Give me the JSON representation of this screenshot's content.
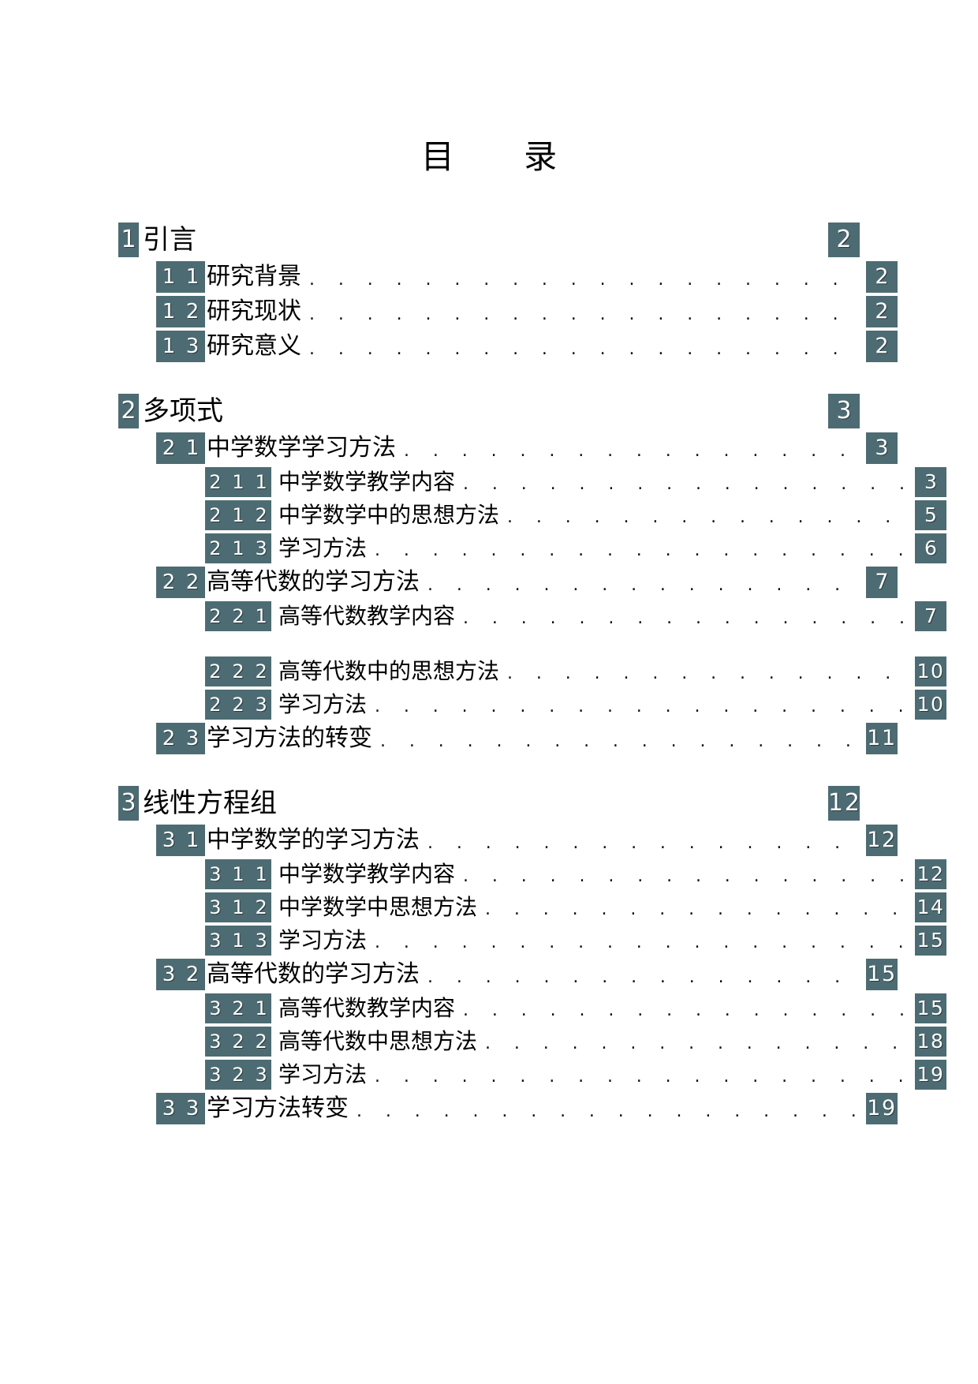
{
  "document": {
    "title": "目　录",
    "accent_color": "#4d6b72",
    "text_color": "#000000",
    "background_color": "#ffffff",
    "leader_char": "."
  },
  "toc": {
    "groups": [
      {
        "id": "chapter-1",
        "entries": [
          {
            "level": 1,
            "number": "1",
            "label": "引言",
            "page": "2"
          },
          {
            "level": 2,
            "number": "1 1",
            "label": "研究背景",
            "page": "2"
          },
          {
            "level": 2,
            "number": "1 2",
            "label": "研究现状",
            "page": "2"
          },
          {
            "level": 2,
            "number": "1 3",
            "label": "研究意义",
            "page": "2"
          }
        ]
      },
      {
        "id": "chapter-2",
        "entries": [
          {
            "level": 1,
            "number": "2",
            "label": "多项式",
            "page": "3"
          },
          {
            "level": 2,
            "number": "2 1",
            "label": "中学数学学习方法",
            "page": "3"
          },
          {
            "level": 3,
            "number": "2 1 1",
            "label": "中学数学教学内容",
            "page": "3"
          },
          {
            "level": 3,
            "number": "2 1 2",
            "label": "中学数学中的思想方法",
            "page": "5"
          },
          {
            "level": 3,
            "number": "2 1 3",
            "label": "学习方法",
            "page": "6"
          },
          {
            "level": 2,
            "number": "2 2",
            "label": "高等代数的学习方法",
            "page": "7"
          },
          {
            "level": 3,
            "number": "2 2 1",
            "label": "高等代数教学内容",
            "page": "7"
          },
          {
            "level": 0,
            "number": "",
            "label": "",
            "page": ""
          },
          {
            "level": 3,
            "number": "2 2 2",
            "label": "高等代数中的思想方法",
            "page": "10"
          },
          {
            "level": 3,
            "number": "2 2 3",
            "label": "学习方法",
            "page": "10"
          },
          {
            "level": 2,
            "number": "2 3",
            "label": "学习方法的转变",
            "page": "11"
          }
        ]
      },
      {
        "id": "chapter-3",
        "entries": [
          {
            "level": 1,
            "number": "3",
            "label": "线性方程组",
            "page": "12"
          },
          {
            "level": 2,
            "number": "3 1",
            "label": "中学数学的学习方法",
            "page": "12"
          },
          {
            "level": 3,
            "number": "3 1 1",
            "label": "中学数学教学内容",
            "page": "12"
          },
          {
            "level": 3,
            "number": "3 1 2",
            "label": "中学数学中思想方法",
            "page": "14"
          },
          {
            "level": 3,
            "number": "3 1 3",
            "label": "学习方法",
            "page": "15"
          },
          {
            "level": 2,
            "number": "3 2",
            "label": "高等代数的学习方法",
            "page": "15"
          },
          {
            "level": 3,
            "number": "3 2 1",
            "label": "高等代数教学内容",
            "page": "15"
          },
          {
            "level": 3,
            "number": "3 2 2",
            "label": "高等代数中思想方法",
            "page": "18"
          },
          {
            "level": 3,
            "number": "3 2 3",
            "label": "学习方法",
            "page": "19"
          },
          {
            "level": 2,
            "number": "3 3",
            "label": "学习方法转变",
            "page": "19"
          }
        ]
      }
    ]
  }
}
